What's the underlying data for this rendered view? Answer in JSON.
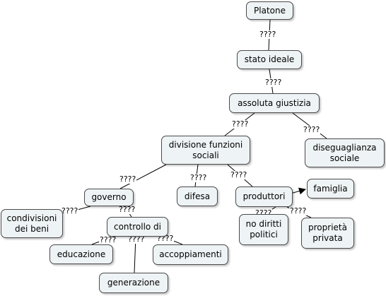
{
  "nodes": {
    "platone": "Platone",
    "stato_ideale": "stato ideale",
    "assoluta_giustizia": "assoluta giustizia",
    "divisione_funzioni_sociali": "divisione funzioni\nsociali",
    "diseguaglianza_sociale": "diseguaglianza\nsociale",
    "governo": "governo",
    "difesa": "difesa",
    "produttori": "produttori",
    "famiglia": "famiglia",
    "condivisioni_dei_beni": "condivisioni\ndei beni",
    "controllo_di": "controllo di",
    "no_diritti_politici": "no diritti\npolitici",
    "proprieta_privata": "proprietà\nprivata",
    "educazione": "educazione",
    "accoppiamenti": "accoppiamenti",
    "generazione": "generazione"
  },
  "link_labels": {
    "platone_stato": "????",
    "stato_assoluta": "????",
    "assoluta_divisione": "????",
    "assoluta_diseguaglianza": "????",
    "divisione_governo": "????",
    "divisione_difesa": "????",
    "divisione_produttori": "????",
    "governo_condivisioni": "????",
    "governo_controllo": "????",
    "produttori_nodiritti": "????",
    "produttori_proprieta": "????",
    "controllo_educazione": "????",
    "controllo_generazione": "????",
    "controllo_accoppiamenti": "????"
  }
}
